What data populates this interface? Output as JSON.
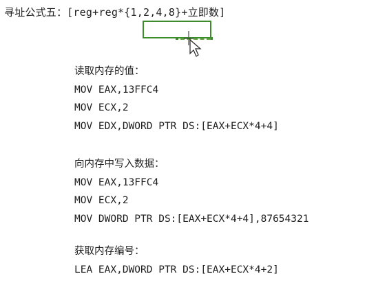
{
  "title": "寻址公式五：[reg+reg*{1,2,4,8}+立即数]",
  "sections": [
    {
      "heading": "读取内存的值：",
      "lines": [
        "MOV EAX,13FFC4",
        "MOV ECX,2",
        "MOV EDX,DWORD PTR DS:[EAX+ECX*4+4]"
      ]
    },
    {
      "heading": "向内存中写入数据：",
      "lines": [
        "MOV EAX,13FFC4",
        "MOV ECX,2",
        "MOV DWORD PTR DS:[EAX+ECX*4+4],87654321"
      ]
    },
    {
      "heading": "获取内存编号：",
      "lines": [
        "LEA EAX,DWORD PTR DS:[EAX+ECX*4+2]"
      ]
    }
  ],
  "icons": {
    "selection": "selection-rectangle",
    "cursor": "move-cursor-icon"
  },
  "colors": {
    "text": "#1e1e1e",
    "selection": "#3c8c2c",
    "background": "#ffffff"
  }
}
